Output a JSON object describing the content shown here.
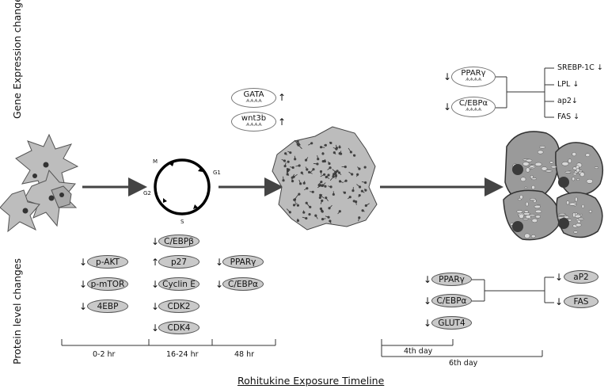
{
  "labels": {
    "gene": "Gene Expression changes",
    "protein": "Protein level changes",
    "timeline": "Rohitukine Exposure Timeline"
  },
  "cycle": {
    "m": "M",
    "g1": "G1",
    "g2": "G2",
    "s": "S"
  },
  "genes_mid": [
    {
      "name": "GATA",
      "dir": "↑"
    },
    {
      "name": "wnt3b",
      "dir": "↑"
    }
  ],
  "genes_right": [
    {
      "name": "PPARγ",
      "dir": "↓"
    },
    {
      "name": "C/EBPα",
      "dir": "↓"
    }
  ],
  "genes_targets": [
    {
      "name": "SREBP-1C",
      "dir": "↓"
    },
    {
      "name": "LPL",
      "dir": "↓"
    },
    {
      "name": "ap2",
      "dir": "↓"
    },
    {
      "name": "FAS",
      "dir": "↓"
    }
  ],
  "protein_col1": [
    {
      "name": "p-AKT",
      "dir": "↓"
    },
    {
      "name": "p-mTOR",
      "dir": "↓"
    },
    {
      "name": "4EBP",
      "dir": "↓"
    }
  ],
  "protein_col2": [
    {
      "name": "C/EBPβ",
      "dir": "↓"
    },
    {
      "name": "p27",
      "dir": "↑"
    },
    {
      "name": "Cyclin E",
      "dir": "↓"
    },
    {
      "name": "CDK2",
      "dir": "↓"
    },
    {
      "name": "CDK4",
      "dir": "↓"
    }
  ],
  "protein_col3": [
    {
      "name": "PPARγ",
      "dir": "↓"
    },
    {
      "name": "C/EBPα",
      "dir": "↓"
    }
  ],
  "protein_right": [
    {
      "name": "PPARγ",
      "dir": "↓"
    },
    {
      "name": "C/EBPα",
      "dir": "↓"
    },
    {
      "name": "GLUT4",
      "dir": "↓"
    }
  ],
  "protein_targets": [
    {
      "name": "aP2",
      "dir": "↓"
    },
    {
      "name": "FAS",
      "dir": "↓"
    }
  ],
  "timepoints": {
    "t1": "0-2 hr",
    "t2": "16-24 hr",
    "t3": "48 hr",
    "t4": "4th day",
    "t5": "6th day"
  },
  "dna_glyph": "ᗗᗗᗗᗗ"
}
